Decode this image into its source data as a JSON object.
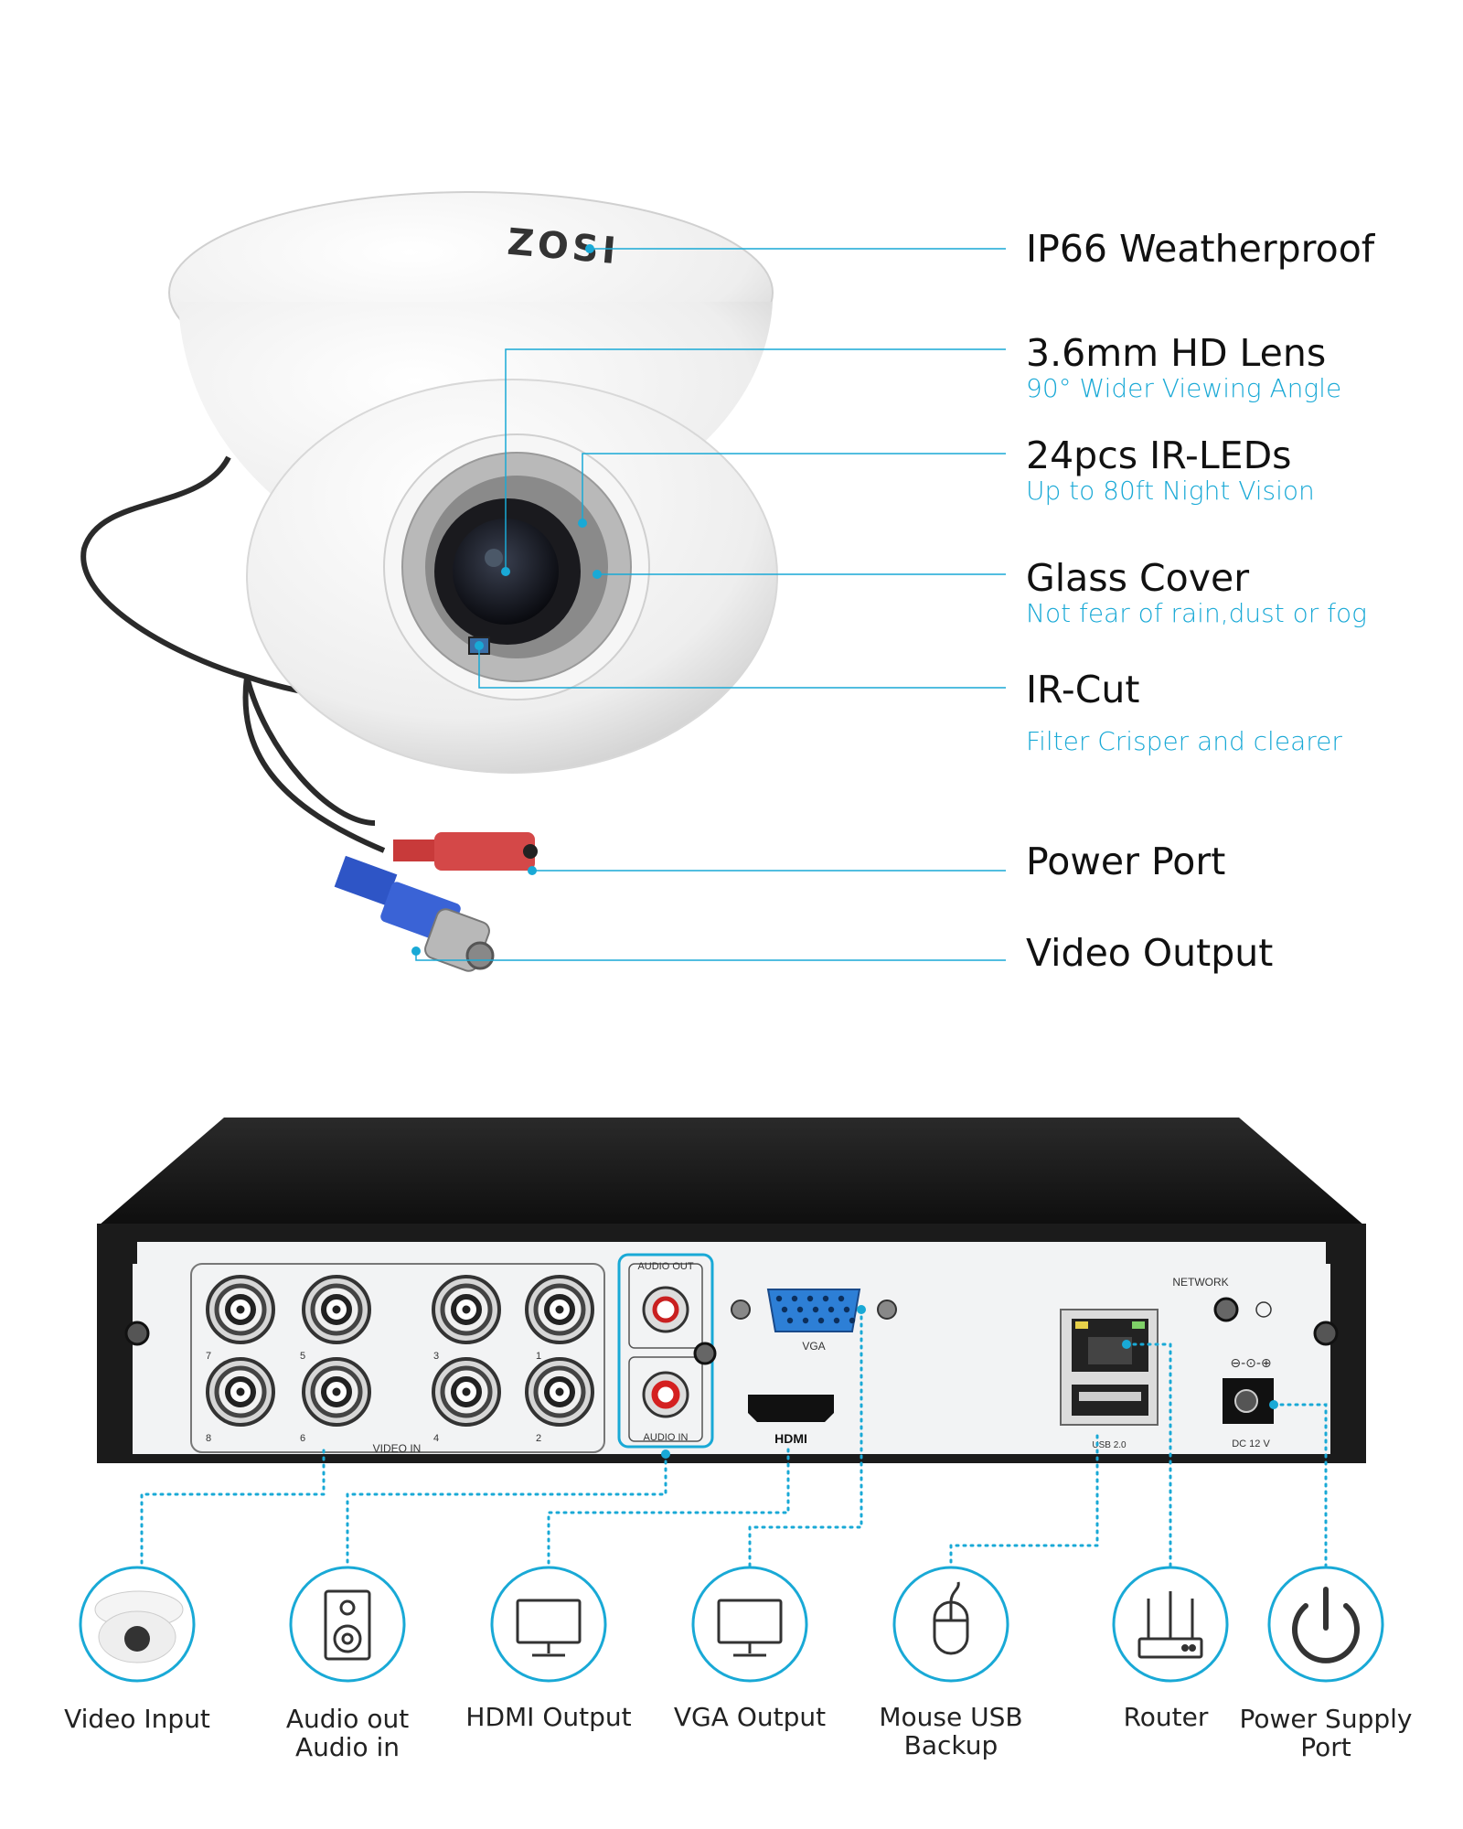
{
  "camera": {
    "brand": "ZOSI",
    "features": [
      {
        "title": "IP66 Weatherproof",
        "subtitle": ""
      },
      {
        "title": "3.6mm HD Lens",
        "subtitle": "90° Wider Viewing Angle"
      },
      {
        "title": "24pcs IR-LEDs",
        "subtitle": "Up to 80ft Night Vision"
      },
      {
        "title": "Glass Cover",
        "subtitle": "Not fear of rain,dust or fog"
      },
      {
        "title": "IR-Cut",
        "subtitle": "Filter Crisper and clearer"
      },
      {
        "title": "Power Port",
        "subtitle": ""
      },
      {
        "title": "Video Output",
        "subtitle": ""
      }
    ]
  },
  "dvr": {
    "port_labels": {
      "audio_out": "AUDIO OUT",
      "audio_in": "AUDIO IN",
      "video_in": "VIDEO IN",
      "vga": "VGA",
      "hdmi": "HDMI",
      "network": "NETWORK",
      "usb": "USB 2.0",
      "dc": "DC 12 V"
    },
    "channel_numbers": [
      "7",
      "5",
      "3",
      "1",
      "8",
      "6",
      "4",
      "2"
    ]
  },
  "connections": [
    {
      "label_lines": [
        "Video Input"
      ],
      "icon": "camera-icon"
    },
    {
      "label_lines": [
        "Audio out",
        "Audio in"
      ],
      "icon": "speaker-icon"
    },
    {
      "label_lines": [
        "HDMI Output"
      ],
      "icon": "monitor-icon"
    },
    {
      "label_lines": [
        "VGA Output"
      ],
      "icon": "monitor-icon"
    },
    {
      "label_lines": [
        "Mouse USB",
        "Backup"
      ],
      "icon": "mouse-icon"
    },
    {
      "label_lines": [
        "Router"
      ],
      "icon": "router-icon"
    },
    {
      "label_lines": [
        "Power Supply",
        "Port"
      ],
      "icon": "power-icon"
    }
  ],
  "colors": {
    "accent": "#19a9d6",
    "leader_line": "#19a9d6",
    "dvr_body": "#1b1b1b",
    "panel": "#f2f3f4"
  }
}
